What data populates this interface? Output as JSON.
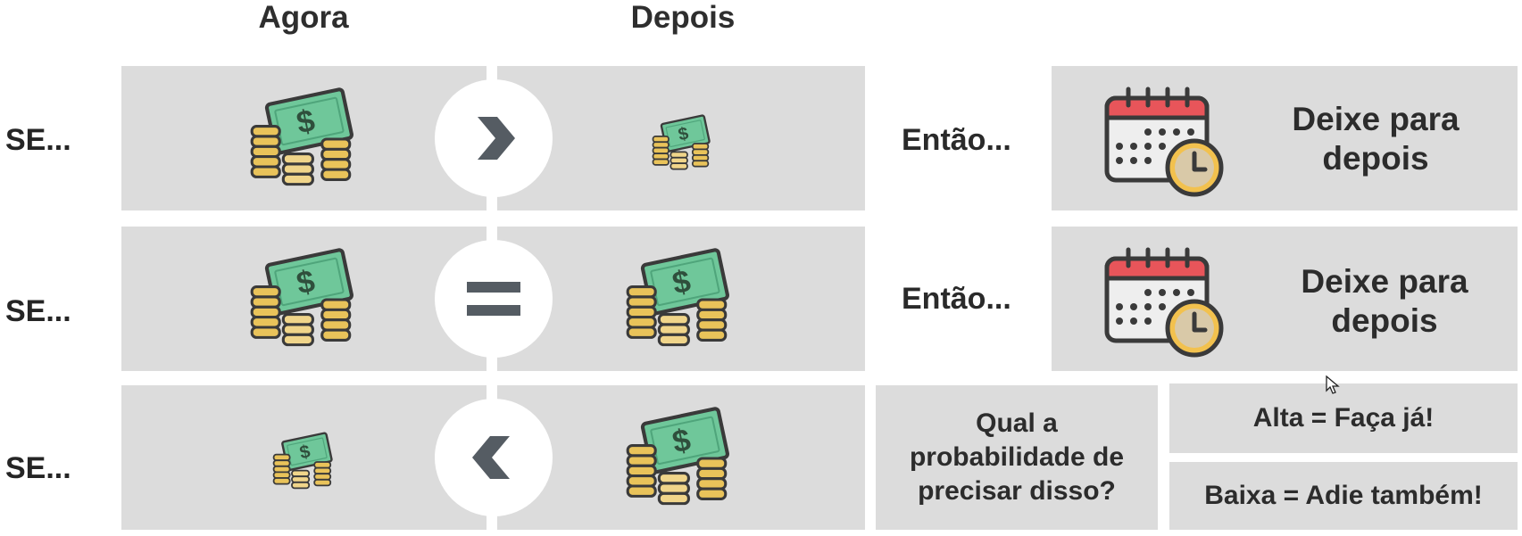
{
  "headers": {
    "now": "Agora",
    "later": "Depois"
  },
  "rows": [
    {
      "condition": "SE...",
      "operator": "greater-than",
      "consequence": "Então...",
      "result_line1": "Deixe para",
      "result_line2": "depois"
    },
    {
      "condition": "SE...",
      "operator": "equals",
      "consequence": "Então...",
      "result_line1": "Deixe para",
      "result_line2": "depois"
    },
    {
      "condition": "SE...",
      "operator": "less-than"
    }
  ],
  "question": {
    "line1": "Qual a",
    "line2": "probabilidade de",
    "line3": "precisar disso?"
  },
  "answers": {
    "high": "Alta = Faça já!",
    "low": "Baixa = Adie também!"
  },
  "money_icon": {
    "bill_symbol": "$"
  },
  "colors": {
    "panel": "#dcdcdc",
    "bill": "#6fc79a",
    "coin": "#e9c35a",
    "outline": "#3a3a3a",
    "calendar_header": "#e8555a",
    "clock_face": "#d9c9a8",
    "clock_rim": "#f2c14e",
    "operator": "#555c63"
  },
  "icons": [
    "money-icon",
    "chevron-right-icon",
    "equals-icon",
    "chevron-left-icon",
    "calendar-clock-icon"
  ]
}
